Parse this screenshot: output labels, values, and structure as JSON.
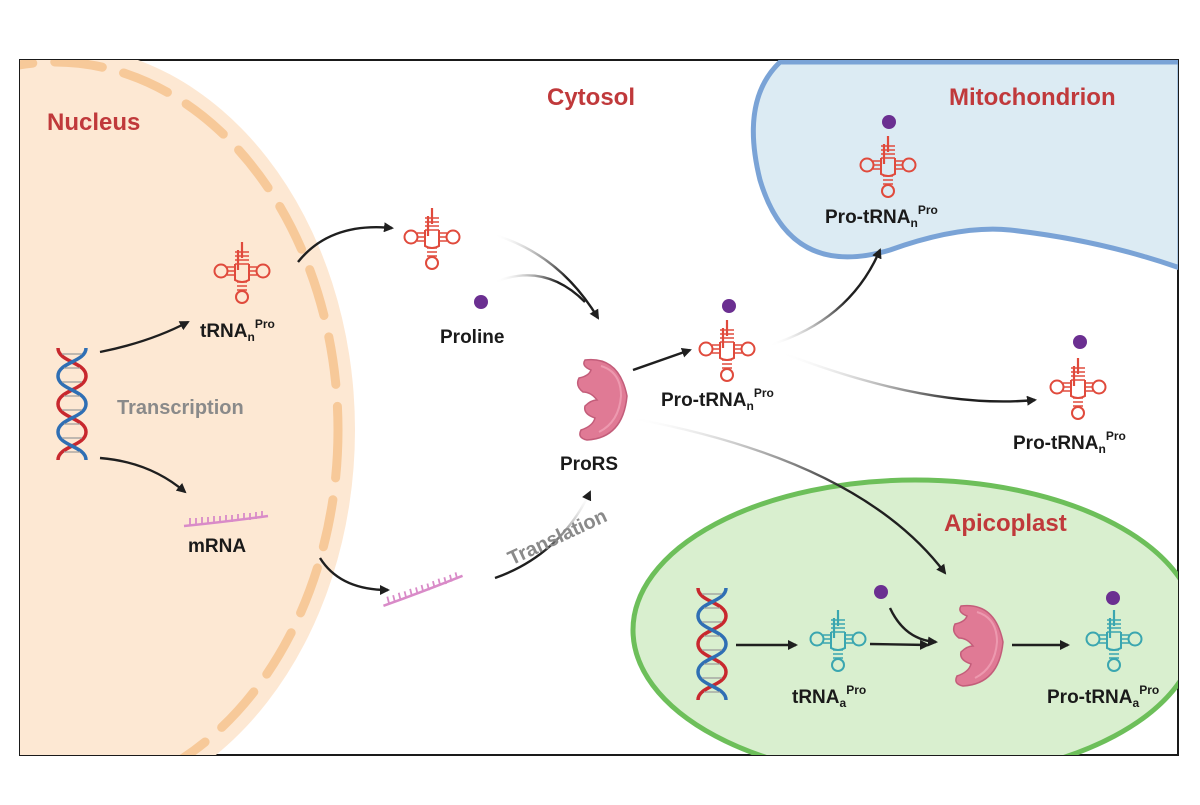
{
  "regions": {
    "nucleus": "Nucleus",
    "cytosol": "Cytosol",
    "mitochondrion": "Mitochondrion",
    "apicoplast": "Apicoplast"
  },
  "labels": {
    "transcription": "Transcription",
    "translation": "Translation",
    "proline": "Proline",
    "prors": "ProRS",
    "mrna": "mRNA",
    "trna_n": {
      "main": "tRNA",
      "sub": "n",
      "sup": "Pro"
    },
    "pro_trna_n": {
      "main": "Pro-tRNA",
      "sub": "n",
      "sup": "Pro"
    },
    "trna_a": {
      "main": "tRNA",
      "sub": "a",
      "sup": "Pro"
    },
    "pro_trna_a": {
      "main": "Pro-tRNA",
      "sub": "a",
      "sup": "Pro"
    }
  },
  "colors": {
    "nucleus_fill": "#fde8d3",
    "nucleus_border": "#f7c999",
    "mito_fill": "#dcebf3",
    "mito_border": "#7aa3d6",
    "apico_fill": "#d9efcf",
    "apico_border": "#6dbf5a",
    "region_label": "#c0393b",
    "trna_nuclear": "#e04a3c",
    "trna_apicoplast": "#3aa6b0",
    "enzyme": "#e07a95",
    "proline": "#6b2f91",
    "mrna": "#d98bc8"
  },
  "icons": [
    "dna-helix-icon",
    "trna-icon",
    "mrna-icon",
    "prors-enzyme-icon",
    "proline-icon",
    "arrow-icon"
  ]
}
